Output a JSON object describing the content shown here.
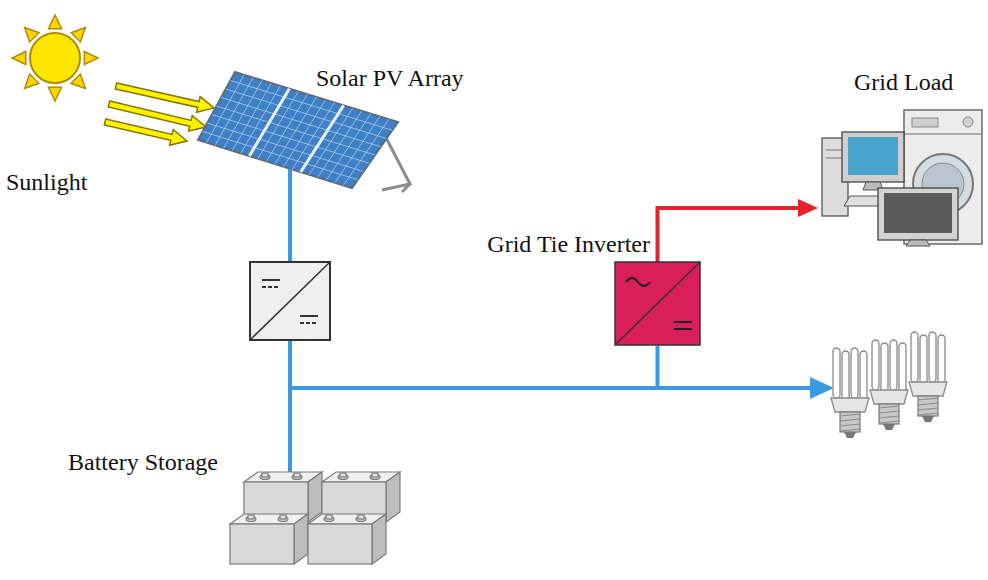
{
  "diagram": {
    "nodes": [
      {
        "text": [
          "Solar PV Array"
        ]
      },
      {
        "text": [
          "Grid Tie Inverter"
        ]
      },
      {
        "text": [
          "Grid Load"
        ]
      },
      {
        "text": [
          "Battery Storage"
        ]
      }
    ],
    "edges": [
      {
        "from": 0,
        "to": 3,
        "arrow": "none"
      },
      {
        "from": 0,
        "to": 1,
        "arrow": "none"
      },
      {
        "from": 1,
        "to": 2,
        "arrow": "to"
      }
    ],
    "labels": [
      "Sunlight"
    ]
  }
}
